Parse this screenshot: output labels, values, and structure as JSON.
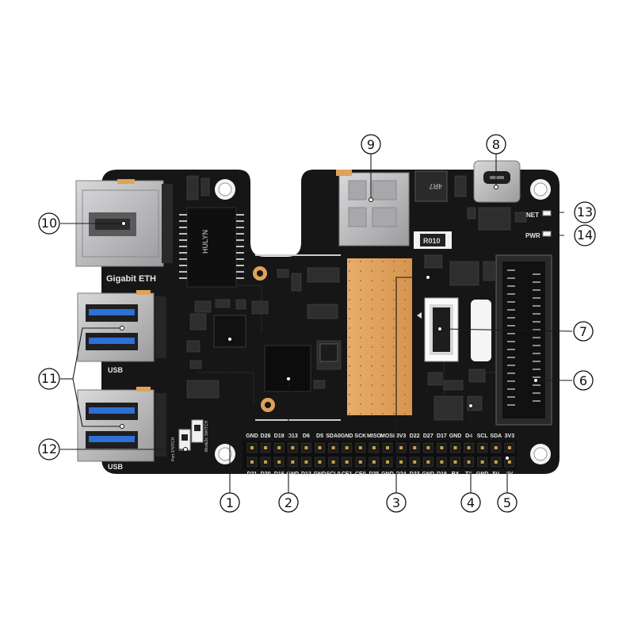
{
  "board": {
    "eth_label": "Gigabit ETH",
    "usb_top_label": "USB",
    "usb_bottom_label": "USB",
    "net_label": "NET",
    "pwr_label": "PWR",
    "chip_eth_text": "HULYN",
    "inductor_text": "4R7",
    "resistor_text": "R010",
    "switch_left_text": "Port SWITCH",
    "switch_right_text": "Mode2e SWITCH"
  },
  "header_top_labels": [
    "GND",
    "D26",
    "D19",
    "D13",
    "D6",
    "D5",
    "SDA0",
    "GND",
    "SCK",
    "MISO",
    "MOSI",
    "3V3",
    "D22",
    "D27",
    "D17",
    "GND",
    "D4",
    "SCL",
    "SDA",
    "3V3"
  ],
  "header_bottom_labels": [
    "D21",
    "D20",
    "D16",
    "GND",
    "D12",
    "GND",
    "SCL0",
    "CE1",
    "CE0",
    "D25",
    "GND",
    "D24",
    "D23",
    "GND",
    "D18",
    "RX",
    "TX",
    "GND",
    "5V",
    "5V"
  ],
  "callouts": [
    {
      "id": "1",
      "num": "1"
    },
    {
      "id": "2",
      "num": "2"
    },
    {
      "id": "3",
      "num": "3"
    },
    {
      "id": "4",
      "num": "4"
    },
    {
      "id": "5",
      "num": "5"
    },
    {
      "id": "6",
      "num": "6"
    },
    {
      "id": "7",
      "num": "7"
    },
    {
      "id": "8",
      "num": "8"
    },
    {
      "id": "9",
      "num": "9"
    },
    {
      "id": "10",
      "num": "10"
    },
    {
      "id": "11",
      "num": "11"
    },
    {
      "id": "12",
      "num": "12"
    },
    {
      "id": "13",
      "num": "13"
    },
    {
      "id": "14",
      "num": "14"
    }
  ],
  "colors": {
    "pcb": "#161616",
    "gold": "#e0a15a",
    "metal": "#b9b9bb",
    "usb_blue": "#2f6fd6"
  }
}
